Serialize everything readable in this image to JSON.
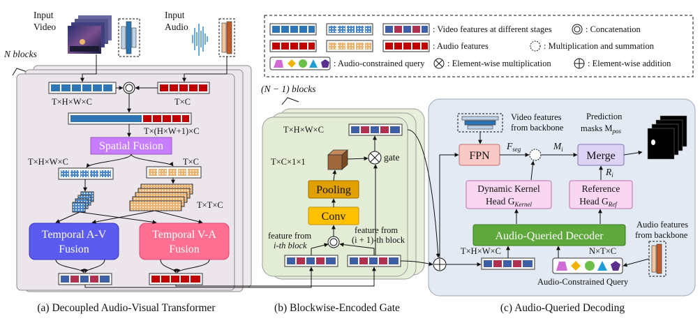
{
  "inputs": {
    "video_label_1": "Input",
    "video_label_2": "Video",
    "audio_label_1": "Input",
    "audio_label_2": "Audio",
    "n_blocks": "N blocks"
  },
  "legend": {
    "video_features": ": Video features at different stages",
    "concatenation": ": Concatenation",
    "audio_features": ": Audio features",
    "mult_sum": ": Multiplication and summation",
    "query": ": Audio-constrained query",
    "elem_mult": ": Element-wise multiplication",
    "elem_add": ": Element-wise addition"
  },
  "panel_a": {
    "thwc_top": "T×H×W×C",
    "tc_top": "T×C",
    "concat_dim": "T×(H×W+1)×C",
    "spatial_fusion": "Spatial Fusion",
    "thwc_left": "T×H×W×C",
    "tc_right": "T×C",
    "ttc": "T×T×C",
    "temporal_av_1": "Temporal A-V",
    "temporal_av_2": "Fusion",
    "temporal_va_1": "Temporal V-A",
    "temporal_va_2": "Fusion",
    "caption": "(a) Decoupled Audio-Visual Transformer"
  },
  "panel_b": {
    "n1_blocks": "(N − 1) blocks",
    "thwc": "T×H×W×C",
    "tc11": "T×C×1×1",
    "gate": "gate",
    "pooling": "Pooling",
    "conv": "Conv",
    "feat_i_1": "feature from",
    "feat_i_2": "i-th block",
    "feat_i1_1": "feature from",
    "feat_i1_2": "(i + 1)-th block",
    "caption": "(b) Blockwise-Encoded Gate"
  },
  "panel_c": {
    "video_bb_1": "Video features",
    "video_bb_2": "from backbone",
    "pred_1": "Prediction",
    "pred_2": "masks M",
    "pred_sub": "pos",
    "fpn": "FPN",
    "fseg": "F",
    "fseg_sub": "seg",
    "mi": "M",
    "mi_sub": "i",
    "merge": "Merge",
    "ri": "R",
    "ri_sub": "i",
    "dk_1": "Dynamic Kernel",
    "dk_2": "Head G",
    "dk_sub": "Kernel",
    "ref_1": "Reference",
    "ref_2": "Head G",
    "ref_sub": "Ref",
    "decoder": "Audio-Queried  Decoder",
    "audio_bb_1": "Audio features",
    "audio_bb_2": "from backbone",
    "thwc": "T×H×W×C",
    "ntc": "N×T×C",
    "acq": "Audio-Constrained Query",
    "caption": "(c) Audio-Queried Decoding"
  },
  "colors": {
    "video_blue": "#2e75b6",
    "audio_red": "#c00000",
    "spatial_purple": "#c77dff",
    "temporal_av": "#5b5bf0",
    "temporal_va": "#ff6f91",
    "panel_a_bg": "#ece6ec",
    "panel_b_bg": "#e3edd5",
    "panel_c_bg": "#e3eaf3",
    "fpn_pink": "#f8c9c5",
    "head_pink": "#f9d6f2",
    "merge_lilac": "#ddd3f5",
    "decoder_green": "#5fa83c",
    "pooling_orange": "#f0a800",
    "conv_yellow": "#ffc000",
    "cube_brown": "#a0663c"
  }
}
